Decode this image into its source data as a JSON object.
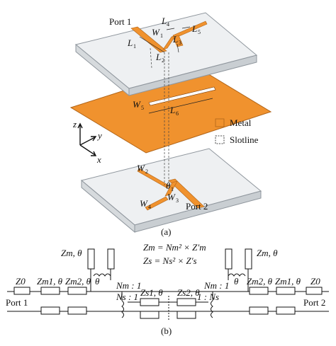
{
  "diagram_a": {
    "caption": "(a)",
    "port1": "Port 1",
    "port2": "Port 2",
    "axes": {
      "z": "z",
      "y": "y",
      "x": "x"
    },
    "legend": {
      "metal": "Metal",
      "slotline": "Slotline"
    },
    "top_labels": {
      "L4": "L",
      "L4_sub": "4",
      "W1": "W",
      "W1_sub": "1",
      "L5": "L",
      "L5_sub": "5",
      "L3": "L",
      "L3_sub": "3",
      "L1": "L",
      "L1_sub": "1",
      "L2": "L",
      "L2_sub": "2"
    },
    "mid_labels": {
      "W5": "W",
      "W5_sub": "5",
      "L6": "L",
      "L6_sub": "6"
    },
    "bot_labels": {
      "W2": "W",
      "W2_sub": "2",
      "theta1": "θ",
      "theta1_sub": "1",
      "W3": "W",
      "W3_sub": "3",
      "W4": "W",
      "W4_sub": "4"
    },
    "colors": {
      "metal": "#f0922e",
      "substrate": "#e6e9ec",
      "substrate_edge": "#8f969d"
    }
  },
  "diagram_b": {
    "caption": "(b)",
    "port1": "Port 1",
    "port2": "Port 2",
    "eq1": "Zm = Nm² × Z′m",
    "eq2": "Zs = Ns² × Z′s",
    "labels": {
      "z0": "Z0",
      "zm_theta": "Zm, θ",
      "zm1": "Zm1, θ",
      "zm2": "Zm2, θ",
      "theta": "θ",
      "nm1": "Nm : 1",
      "ns1": "Ns : 1",
      "zs1": "Zs1, θ",
      "zs2": "Zs2, θ",
      "one_nm": "Nm : 1",
      "one_ns": "1 : Ns"
    }
  }
}
